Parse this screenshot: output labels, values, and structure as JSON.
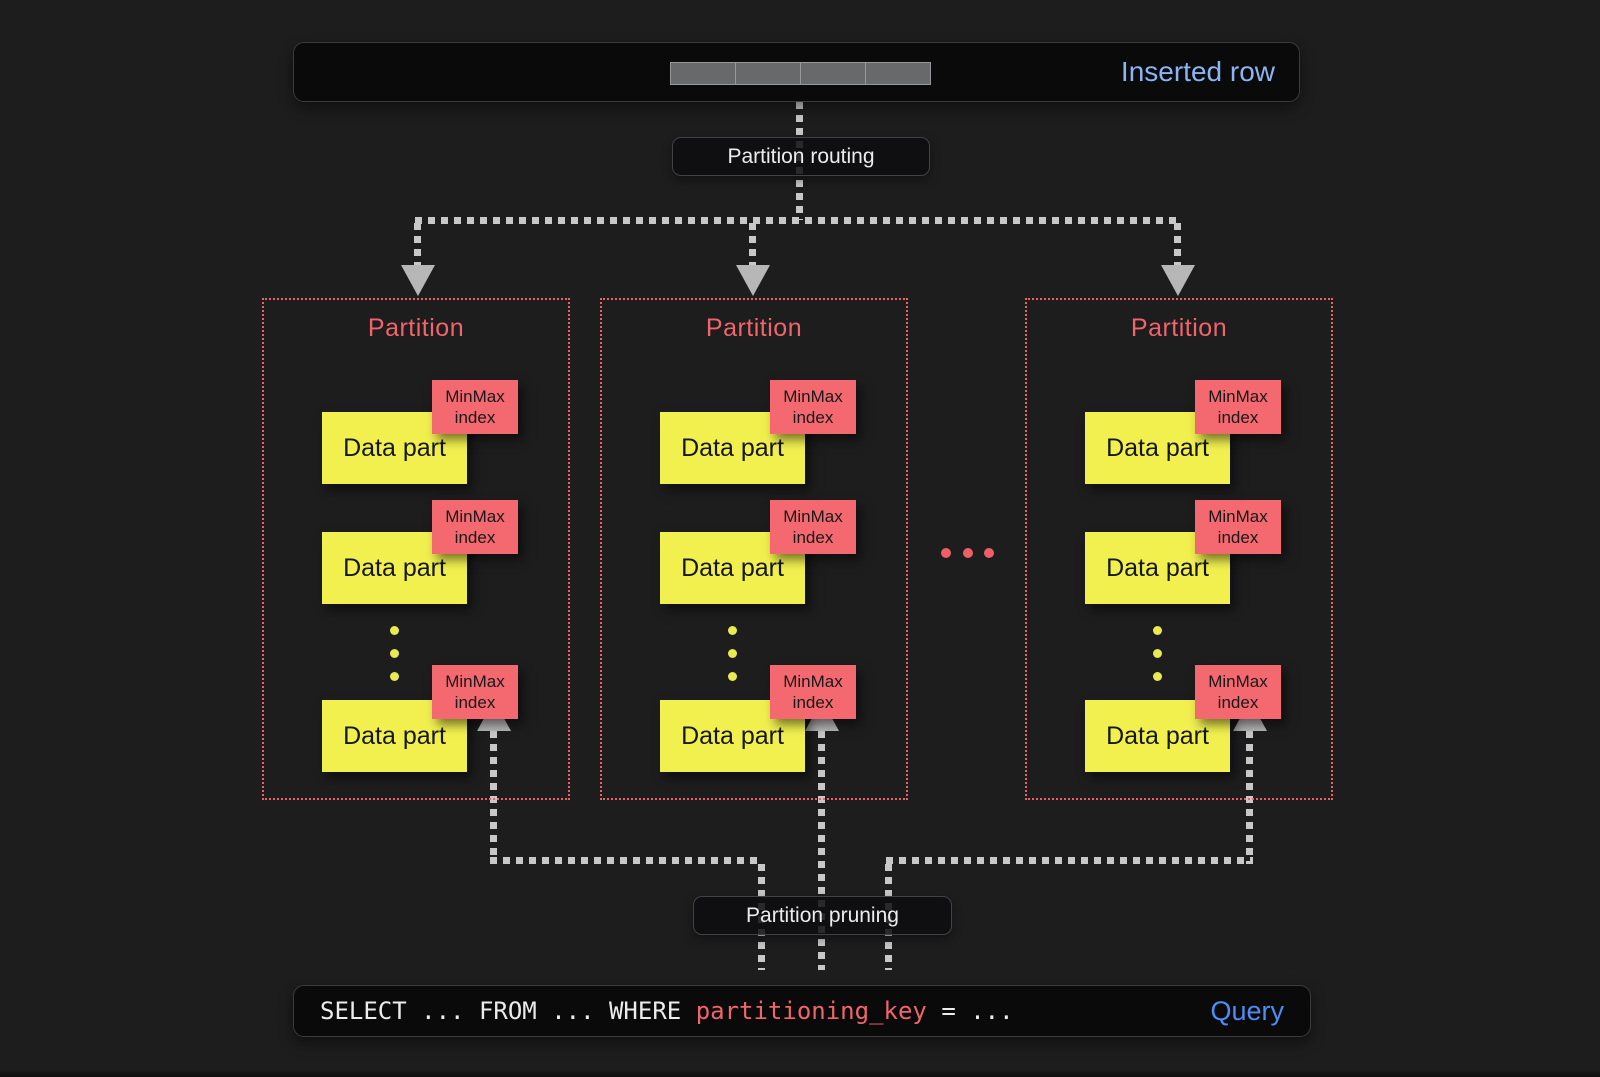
{
  "colors": {
    "background": "#1d1d1e",
    "bar_fill": "#0a0a0b",
    "partition_red": "#ef5f67",
    "minmax_fill": "#f4696f",
    "data_part_yellow": "#f1f04f",
    "inserted_row_blue": "#8db4f2",
    "query_blue": "#4f8df2",
    "sql_key_red": "#f0646b",
    "dash_gray": "#c8c8c8"
  },
  "inserted_row": {
    "label": "Inserted row"
  },
  "routing": {
    "label": "Partition routing"
  },
  "partitions": [
    {
      "title": "Partition",
      "data_parts": [
        {
          "label": "Data part",
          "index": "MinMax index"
        },
        {
          "label": "Data part",
          "index": "MinMax index"
        },
        {
          "label": "Data part",
          "index": "MinMax index"
        }
      ]
    },
    {
      "title": "Partition",
      "data_parts": [
        {
          "label": "Data part",
          "index": "MinMax index"
        },
        {
          "label": "Data part",
          "index": "MinMax index"
        },
        {
          "label": "Data part",
          "index": "MinMax index"
        }
      ]
    },
    {
      "title": "Partition",
      "data_parts": [
        {
          "label": "Data part",
          "index": "MinMax index"
        },
        {
          "label": "Data part",
          "index": "MinMax index"
        },
        {
          "label": "Data part",
          "index": "MinMax index"
        }
      ]
    }
  ],
  "pruning": {
    "label": "Partition pruning"
  },
  "query": {
    "sql_prefix": "SELECT ... FROM ... WHERE ",
    "sql_key": "partitioning_key",
    "sql_suffix": " = ...",
    "label": "Query"
  }
}
